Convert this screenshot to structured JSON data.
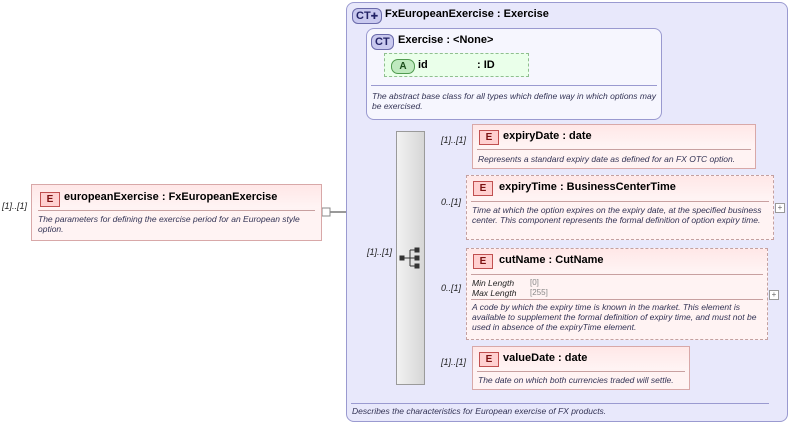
{
  "root": {
    "cardinality": "[1]..[1]",
    "badge": "E",
    "name": "europeanExercise",
    "type": ": FxEuropeanExercise",
    "doc": "The parameters for defining the exercise period for an European style option."
  },
  "complex_type": {
    "badge": "CT",
    "name": "FxEuropeanExercise",
    "base": ": Exercise",
    "doc": "Describes the characteristics for European exercise of FX products."
  },
  "base_type": {
    "badge": "CT",
    "name": "Exercise",
    "base": ": <None>",
    "doc": "The abstract base class for all types which define way in which options may be exercised.",
    "attribute": {
      "badge": "A",
      "name": "id",
      "type": ": ID"
    }
  },
  "sequence": {
    "cardinality": "[1]..[1]"
  },
  "elements": [
    {
      "cardinality": "[1]..[1]",
      "badge": "E",
      "name": "expiryDate",
      "type": ": date",
      "doc": "Represents a standard expiry date as defined for an FX OTC option."
    },
    {
      "cardinality": "0..[1]",
      "badge": "E",
      "name": "expiryTime",
      "type": ": BusinessCenterTime",
      "doc": "Time at which the option expires on the expiry date, at the specified business center. This component represents the formal definition of option expiry time."
    },
    {
      "cardinality": "0..[1]",
      "badge": "E",
      "name": "cutName",
      "type": ": CutName",
      "facets": [
        {
          "label": "Min Length",
          "value": "[0]"
        },
        {
          "label": "Max Length",
          "value": "[255]"
        }
      ],
      "doc": "A code by which the expiry time is known in the market. This element is available to supplement the formal definition of expiry time, and must not be used in absence of the expiryTime element."
    },
    {
      "cardinality": "[1]..[1]",
      "badge": "E",
      "name": "valueDate",
      "type": ": date",
      "doc": "The date on which both currencies traded will settle."
    }
  ]
}
